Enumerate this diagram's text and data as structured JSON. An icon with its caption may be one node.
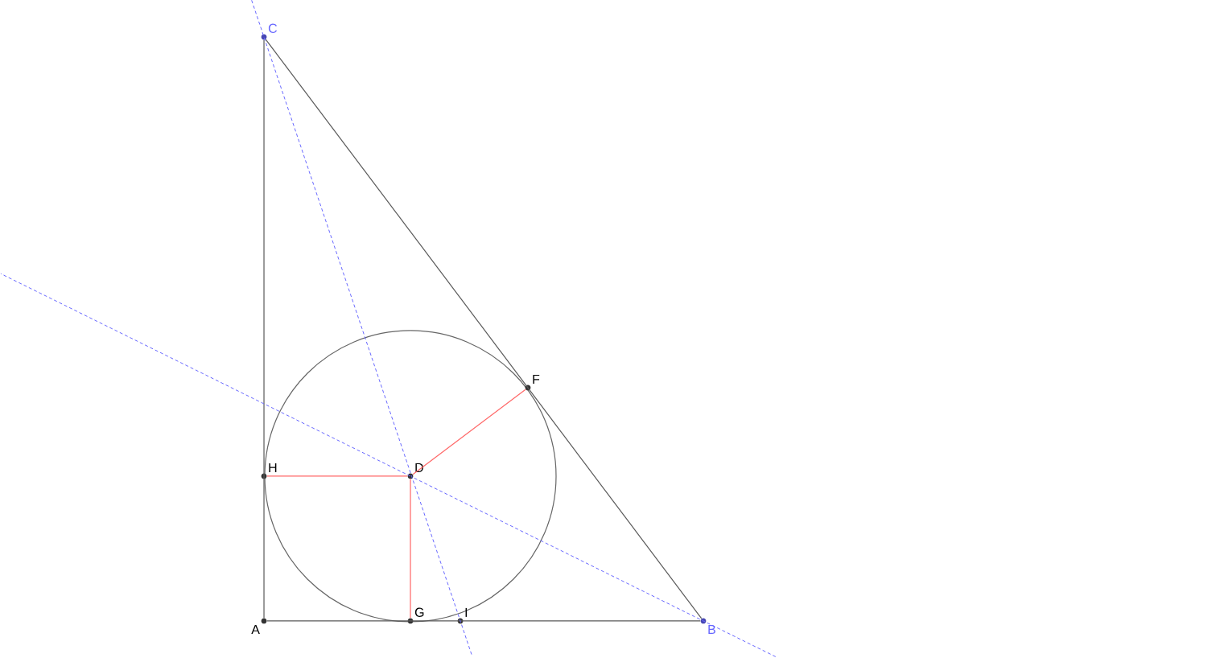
{
  "diagram": {
    "nodes": [
      {
        "text": [
          "C"
        ]
      },
      {
        "text": [
          "F"
        ]
      },
      {
        "text": [
          "H"
        ]
      },
      {
        "text": [
          "D"
        ]
      },
      {
        "text": [
          "A"
        ]
      },
      {
        "text": [
          "G"
        ]
      },
      {
        "text": [
          "I"
        ]
      },
      {
        "text": [
          "B"
        ]
      }
    ],
    "edges": [
      {
        "from": 4,
        "to": 7,
        "arrow": "none"
      },
      {
        "from": 4,
        "to": 0,
        "arrow": "none"
      },
      {
        "from": 7,
        "to": 0,
        "arrow": "none"
      },
      {
        "from": 3,
        "to": 2,
        "arrow": "none",
        "color": "#ff6666"
      },
      {
        "from": 3,
        "to": 5,
        "arrow": "none",
        "color": "#ff6666"
      },
      {
        "from": 3,
        "to": 1,
        "arrow": "none",
        "color": "#ff6666"
      },
      {
        "from": 0,
        "to": 6,
        "arrow": "none",
        "style": "dashed",
        "color": "#6666ff"
      },
      {
        "from": 7,
        "to": 3,
        "arrow": "none",
        "style": "dashed",
        "color": "#6666ff"
      }
    ]
  }
}
